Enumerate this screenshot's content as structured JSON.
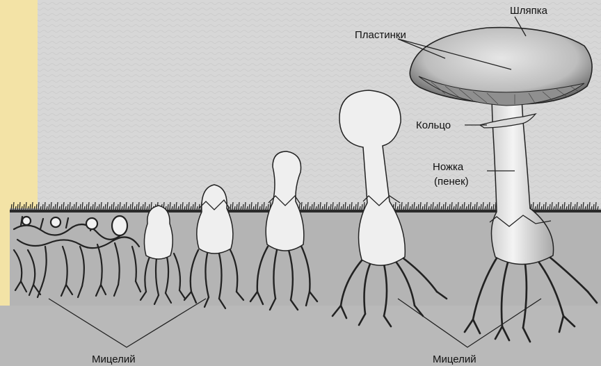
{
  "labels": {
    "cap": "Шляпка",
    "gills": "Пластинки",
    "ring": "Кольцо",
    "stem_line1": "Ножка",
    "stem_line2": "(пенек)",
    "mycelium_left": "Мицелий",
    "mycelium_right": "Мицелий"
  },
  "colors": {
    "frame": "#f3e3a6",
    "sky": "#d7d7d7",
    "soil": "#b4b4b4",
    "grass": "#1d1d1d",
    "fungus": "#f2f2f2",
    "ink": "#111111"
  }
}
